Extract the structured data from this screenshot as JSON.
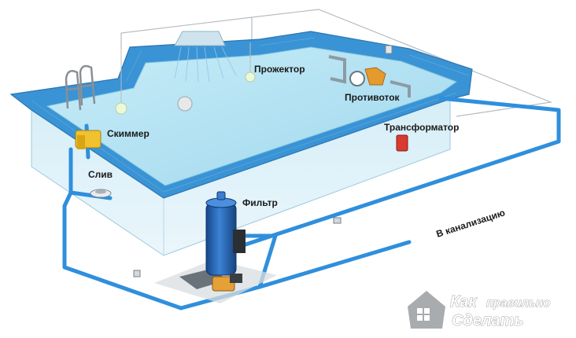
{
  "labels": {
    "projector": "Прожектор",
    "counterflow": "Противоток",
    "skimmer": "Скиммер",
    "transformer": "Трансформатор",
    "drain": "Слив",
    "filter": "Фильтр",
    "sewer": "В канализацию"
  },
  "watermark": {
    "line1": "Как",
    "line2": "правильно",
    "line3": "Сделать"
  },
  "colors": {
    "pipe": "#2f8fdc",
    "water": "#bfe7f5",
    "wall": "#d9eff8",
    "tile": "#2d86c8",
    "filter": "#1f5fb0"
  }
}
